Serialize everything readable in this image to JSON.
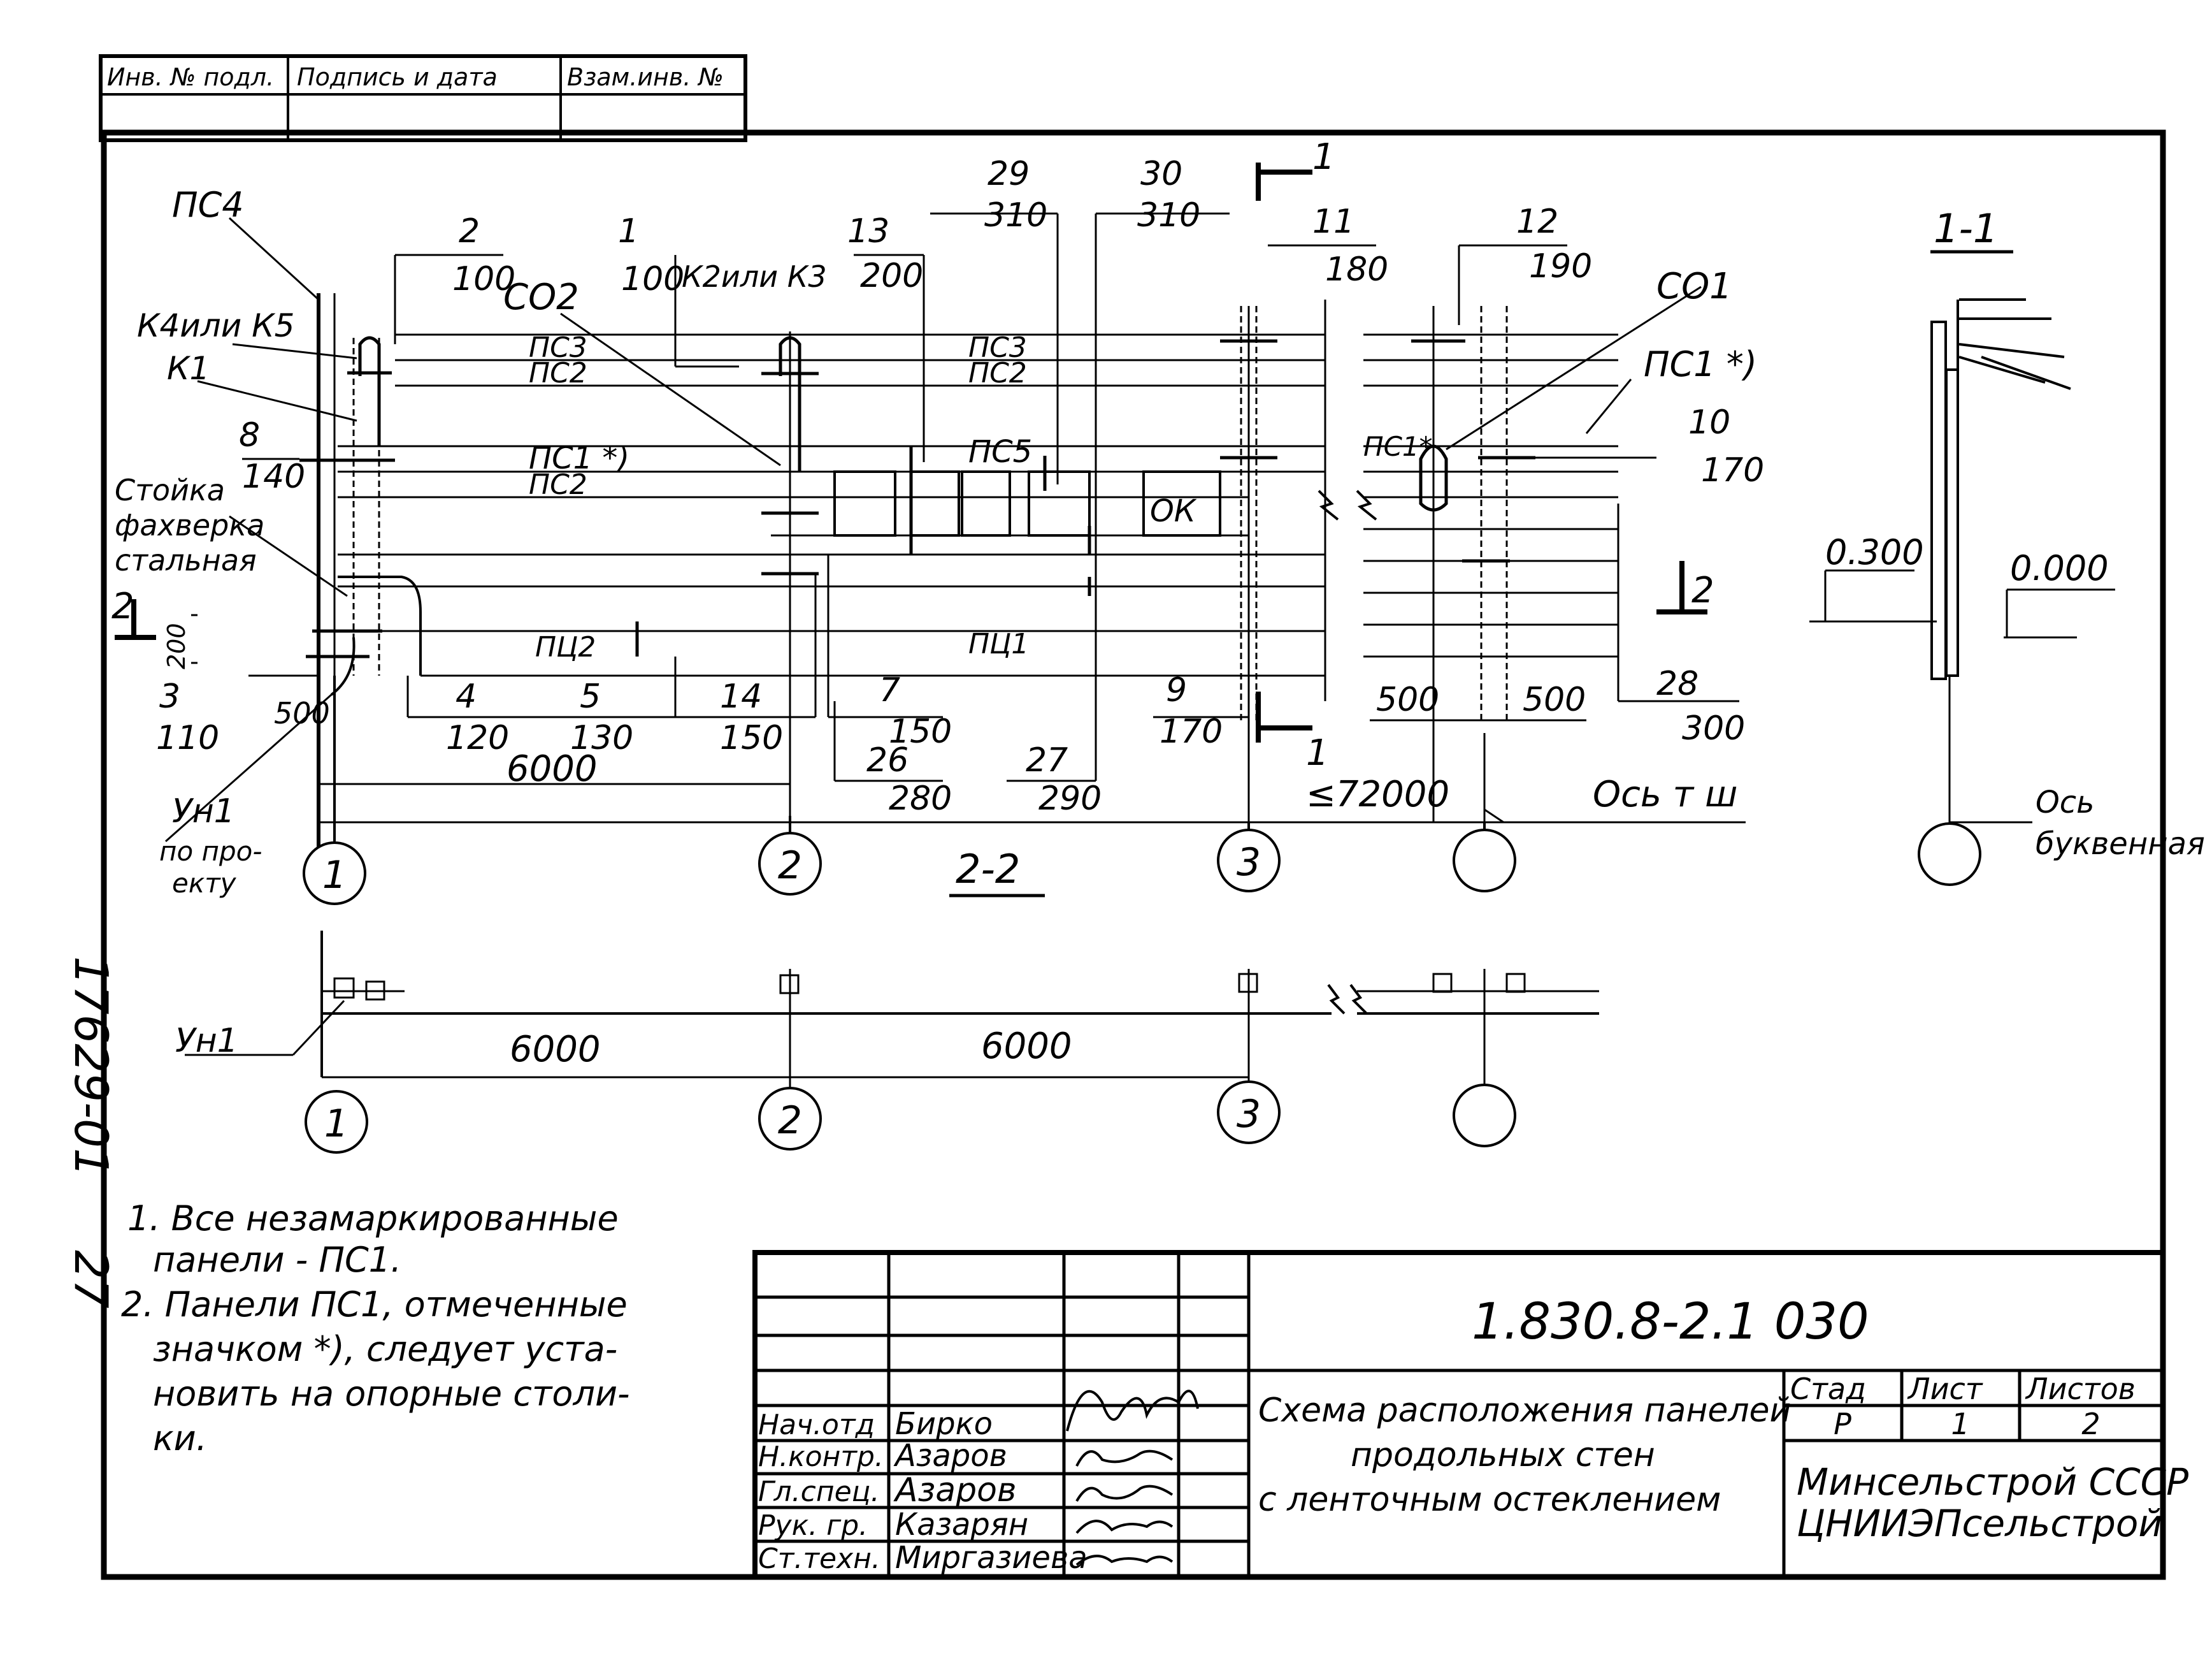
{
  "top_stamp": {
    "inv_podl": "Инв. № подл.",
    "podpis_data": "Подпись и дата",
    "vzam_inv": "Взам.инв. №"
  },
  "side_code": "17629-01",
  "side_sheet_no": "27",
  "elevation": {
    "panels": {
      "ps4": "ПС4",
      "ps3_a": "ПС3",
      "ps2_a": "ПС2",
      "ps3_b": "ПС3",
      "ps2_b": "ПС2",
      "ps1_star_a": "ПС1 *)",
      "ps2_c": "ПС2",
      "ps5": "ПС5",
      "ok": "ОК",
      "pts2": "ПЦ2",
      "pts1": "ПЦ1",
      "ps_star_b": "ПС1*",
      "ps1_star_c": "ПС1 *)"
    },
    "parts": {
      "k4k5": "К4или К5",
      "k1": "К1",
      "k2k3": "К2или К3",
      "co2": "СО2",
      "co1": "СО1",
      "stoika_1": "Стойка",
      "stoika_2": "фахверка",
      "stoika_3": "стальная",
      "un1": "Ун1",
      "po_proektu_1": "по про-",
      "po_proektu_2": "екту"
    },
    "callouts": {
      "c2_num": "2",
      "c2_val": "100",
      "c1_num": "1",
      "c1_val": "100",
      "c13_num": "13",
      "c13_val": "200",
      "c29_num": "29",
      "c29_val": "310",
      "c30_num": "30",
      "c30_val": "310",
      "c11_num": "11",
      "c11_val": "180",
      "c12_num": "12",
      "c12_val": "190",
      "c8_num": "8",
      "c8_val": "140",
      "c10_num": "10",
      "c10_val": "170",
      "c3_num": "3",
      "c3_val": "110",
      "c4_num": "4",
      "c4_val": "120",
      "c5_num": "5",
      "c5_val": "130",
      "c14_num": "14",
      "c14_val": "150",
      "c7_num": "7",
      "c7_val": "150",
      "c26_num": "26",
      "c26_val": "280",
      "c27_num": "27",
      "c27_val": "290",
      "c9_num": "9",
      "c9_val": "170",
      "c28_num": "28",
      "c28_val": "300"
    },
    "dims": {
      "d200": "200",
      "d500_left": "500",
      "d6000": "6000",
      "d72000": "≤72000",
      "d500_r1": "500",
      "d500_r2": "500",
      "os_t_sh": "Ось т ш"
    },
    "section_marks": {
      "s1_top": "1",
      "s1_bot": "1",
      "s2_left": "2",
      "s2_right": "2",
      "view22": "2-2"
    },
    "axes": [
      "1",
      "2",
      "3",
      ""
    ]
  },
  "section11": {
    "title": "1-1",
    "lvl_left": "0.300",
    "lvl_right": "0.000",
    "axis_label_1": "Ось",
    "axis_label_2": "буквенная"
  },
  "plan": {
    "un1": "Ун1",
    "d1": "6000",
    "d2": "6000",
    "axes": [
      "1",
      "2",
      "3",
      ""
    ]
  },
  "notes": [
    "1. Все незамаркированные",
    "панели - ПС1.",
    "2. Панели ПС1, отмеченные",
    "значком *), следует уста-",
    "новить на опорные столи-",
    "ки."
  ],
  "title_block": {
    "code": "1.830.8-2.1  030",
    "title_1": "Схема расположения панелей",
    "title_2": "продольных стен",
    "title_3": "с ленточным остеклением",
    "stad_label": "Стад",
    "list_label": "Лист",
    "listov_label": "Листов",
    "stad_value": "Р",
    "list_value": "1",
    "listov_value": "2",
    "org_1": "Минсельстрой СССР",
    "org_2": "ЦНИИЭПсельстрой",
    "people": [
      {
        "role": "Нач.отд",
        "name": "Бирко"
      },
      {
        "role": "Н.контр.",
        "name": "Азаров"
      },
      {
        "role": "Гл.спец.",
        "name": "Азаров"
      },
      {
        "role": "Рук. гр.",
        "name": "Казарян"
      },
      {
        "role": "Ст.техн.",
        "name": "Миргазиева"
      }
    ]
  }
}
